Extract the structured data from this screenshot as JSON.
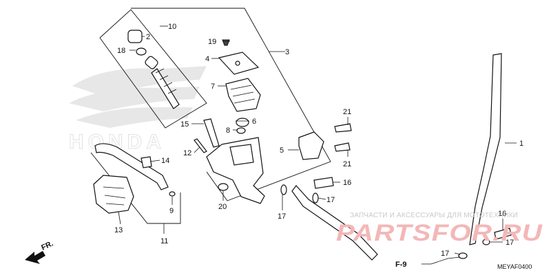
{
  "callouts": {
    "c1": "1",
    "c2": "2",
    "c3": "3",
    "c4": "4",
    "c5": "5",
    "c6": "6",
    "c7": "7",
    "c8": "8",
    "c9": "9",
    "c10": "10",
    "c11": "11",
    "c12": "12",
    "c13": "13",
    "c14": "14",
    "c15": "15",
    "c16a": "16",
    "c16b": "16",
    "c17a": "17",
    "c17b": "17",
    "c17c": "17",
    "c17d": "17",
    "c18": "18",
    "c19": "19",
    "c20": "20",
    "c21a": "21",
    "c21b": "21"
  },
  "front_indicator": "FR.",
  "figure_ref": "F-9",
  "diagram_code": "MEYAF0400",
  "watermark": {
    "caption": "ЗАПЧАСТИ И АКСЕССУАРЫ ДЛЯ МОТОТЕХНИКИ",
    "brand": "PARTSFOR.RU",
    "logo_text": "HONDA"
  },
  "colors": {
    "line": "#111111",
    "watermark_red": "#f3b7b7",
    "watermark_grey": "#c9c9c9"
  }
}
